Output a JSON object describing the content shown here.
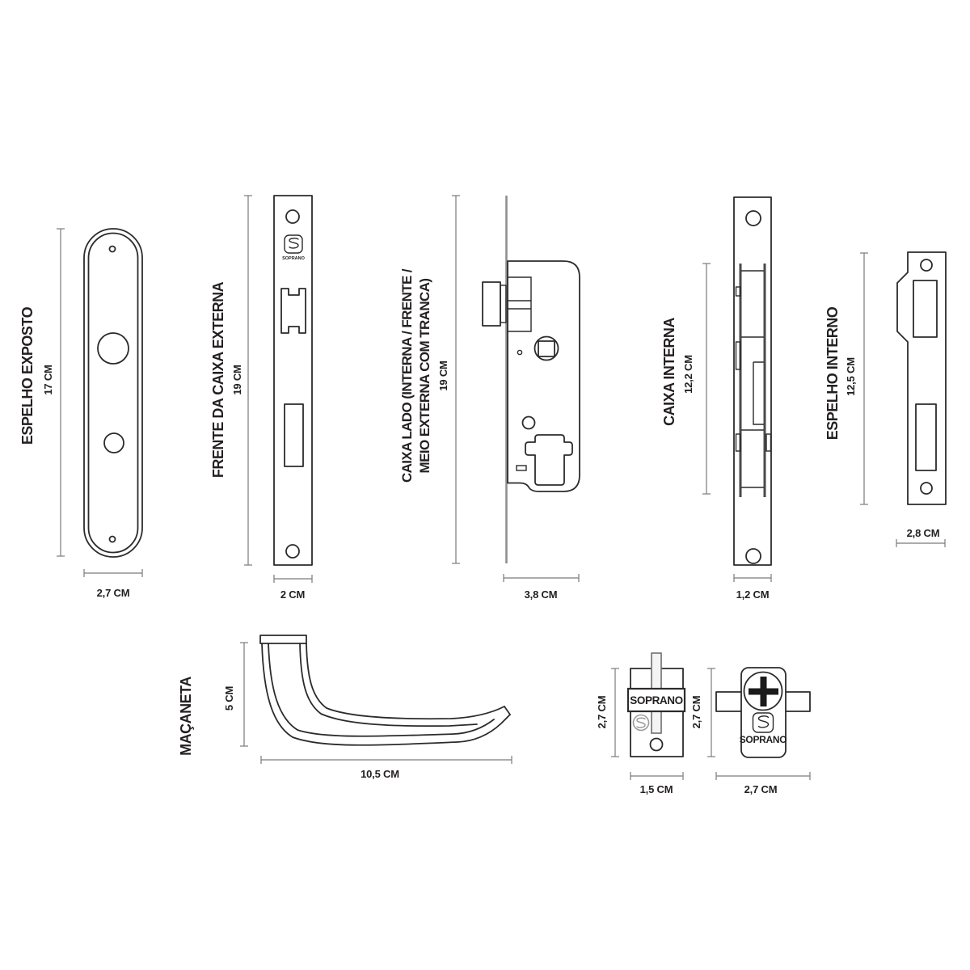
{
  "colors": {
    "background": "#ffffff",
    "outline": "#2b2b2b",
    "dimension_line": "#7a7a7a",
    "text": "#231f20",
    "faceplate_gray": "#8f8f8f"
  },
  "parts": {
    "espelho_exposto": {
      "label": "ESPELHO EXPOSTO",
      "height_dim": "17 CM",
      "width_dim": "2,7 CM"
    },
    "frente_da_caixa_externa": {
      "label": "FRENTE DA CAIXA EXTERNA",
      "height_dim": "19 CM",
      "width_dim": "2 CM",
      "brand": "SOPRANO"
    },
    "caixa_lado": {
      "label_line1": "CAIXA LADO (INTERNA / FRENTE /",
      "label_line2": "MEIO EXTERNA COM TRANCA)",
      "height_dim": "19 CM",
      "width_dim": "3,8 CM"
    },
    "caixa_interna": {
      "label": "CAIXA INTERNA",
      "height_dim": "12,2 CM",
      "width_dim": "1,2 CM"
    },
    "espelho_interno": {
      "label": "ESPELHO INTERNO",
      "height_dim": "12,5 CM",
      "width_dim": "2,8 CM"
    },
    "macaneta": {
      "label": "MAÇANETA",
      "height_dim": "5 CM",
      "width_dim": "10,5 CM"
    },
    "vira_interna": {
      "height_dim": "2,7 CM",
      "width_dim": "1,5 CM",
      "brand": "SOPRANO"
    },
    "botao_com_tranca": {
      "height_dim": "2,7 CM",
      "width_dim": "2,7 CM",
      "brand": "SOPRANO"
    }
  }
}
